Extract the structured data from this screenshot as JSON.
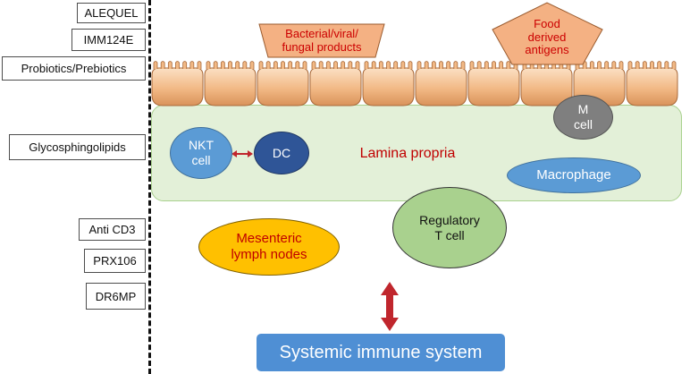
{
  "left_labels": [
    "ALEQUEL",
    "IMM124E",
    "Probiotics/Prebiotics",
    "Glycosphingolipids",
    "Anti CD3",
    "PRX106",
    "DR6MP"
  ],
  "antigens": {
    "bacterial": [
      "Bacterial/viral/",
      "fungal products"
    ],
    "food": [
      "Food",
      "derived",
      "antigens"
    ]
  },
  "cells": {
    "m_cell": [
      "M",
      "cell"
    ],
    "nkt_cell": [
      "NKT",
      "cell"
    ],
    "dc": "DC",
    "macrophage": "Macrophage",
    "regulatory_t": [
      "Regulatory",
      "T cell"
    ],
    "mesenteric": [
      "Mesenteric",
      "lymph nodes"
    ]
  },
  "lamina_propria": "Lamina propria",
  "systemic": "Systemic immune system",
  "colors": {
    "label_red": "#cc0000",
    "arrow_red": "#c0262d",
    "antigen_fill": "#f4b183",
    "epithelium": "#f2b985",
    "lamina_fill": "#e3f0d8",
    "nkt": "#5b9bd5",
    "dc": "#2f5597",
    "macrophage": "#5b9bd5",
    "regulatory": "#a9d18e",
    "mesenteric": "#ffc000",
    "m_cell": "#7f7f7f",
    "systemic": "#4f8fd4"
  }
}
